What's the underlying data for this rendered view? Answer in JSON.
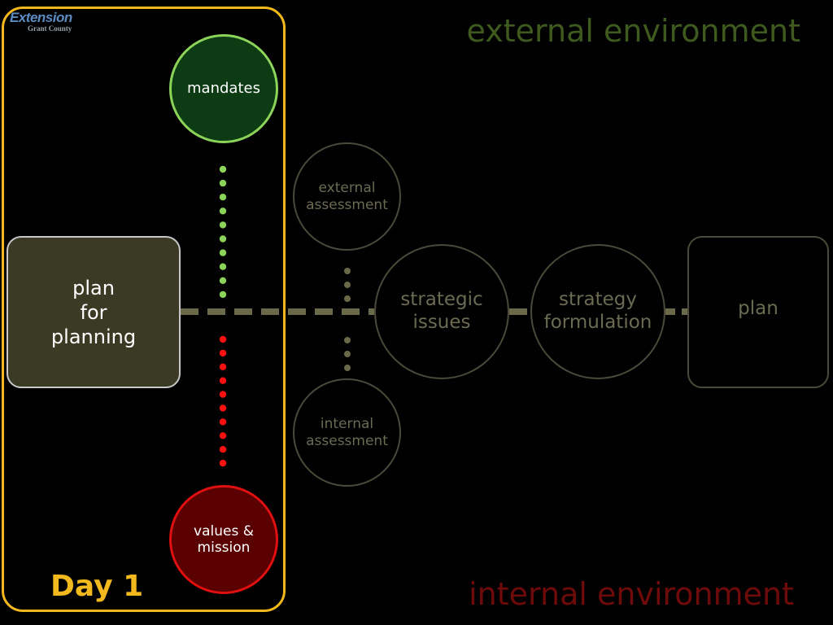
{
  "logo": {
    "word": "Extension",
    "sub": "Grant County"
  },
  "headers": {
    "external": "external environment",
    "internal": "internal environment"
  },
  "day_label": "Day 1",
  "nodes": {
    "mandates": "mandates",
    "values": "values &\nmission",
    "plan_for_planning": "plan\nfor\nplanning",
    "external_assessment": "external\nassessment",
    "internal_assessment": "internal\nassessment",
    "strategic_issues": "strategic\nissues",
    "strategy_formulation": "strategy\nformulation",
    "plan": "plan"
  },
  "colors": {
    "background": "#000000",
    "day_highlight": "#f2b91e",
    "mandates_fill": "#0d3b14",
    "mandates_border": "#8cd35a",
    "values_fill": "#5a0000",
    "values_border": "#e01010",
    "olive_fill": "#3b3a24",
    "olive_stroke": "#5e5c44",
    "dim_text": "#6b6a52",
    "external_header": "#3f5a1e",
    "internal_header": "#6e0a0a",
    "green_dots": "#8cd35a",
    "red_dots": "#ff1010",
    "dash_line": "#6a6a4a"
  }
}
